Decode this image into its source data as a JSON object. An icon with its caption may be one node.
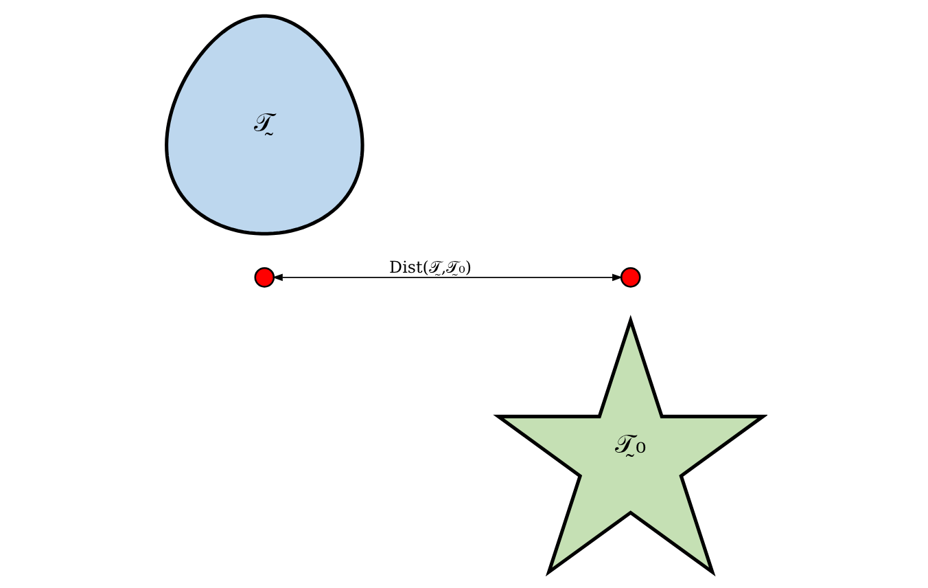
{
  "diagram": {
    "nodes": [
      {
        "text": [
          "𝒯̰"
        ]
      },
      {
        "text": [],
        "shape": "circle"
      },
      {
        "text": [],
        "shape": "circle"
      },
      {
        "text": [
          "𝒯̰₀"
        ]
      }
    ],
    "edges": [
      {
        "from": 1,
        "to": 2,
        "arrow": "both",
        "label": "Dist(𝒯̰,𝒯̰₀)"
      }
    ]
  }
}
